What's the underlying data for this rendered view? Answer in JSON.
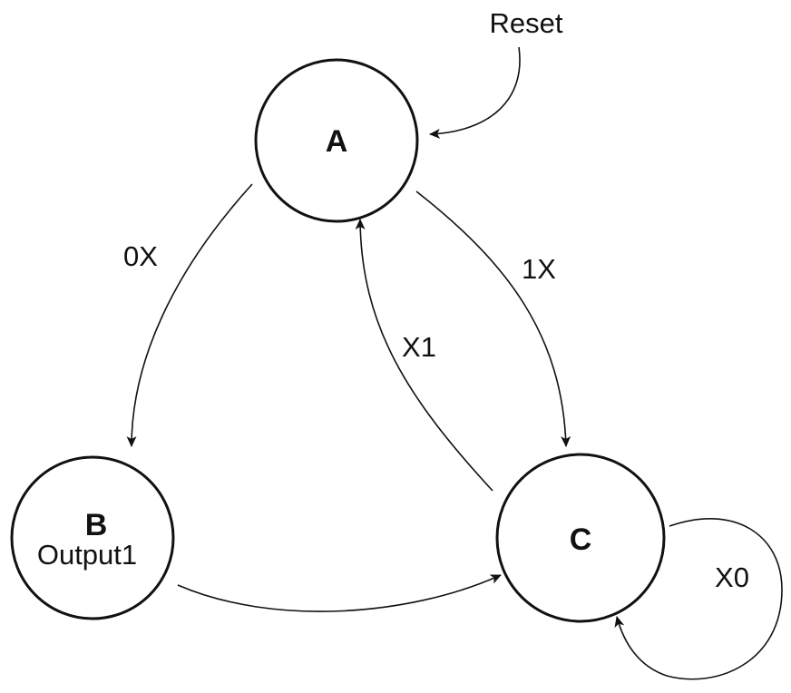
{
  "states": {
    "a": {
      "name": "A",
      "output": ""
    },
    "b": {
      "name": "B",
      "output": "Output1"
    },
    "c": {
      "name": "C",
      "output": ""
    }
  },
  "reset_label": "Reset",
  "transitions": {
    "a_to_b": {
      "label": "0X"
    },
    "a_to_c": {
      "label": "1X"
    },
    "c_to_a": {
      "label": "X1"
    },
    "b_to_c": {
      "label": ""
    },
    "c_to_c": {
      "label": "X0"
    }
  },
  "colors": {
    "stroke": "#111111",
    "background": "#ffffff"
  }
}
